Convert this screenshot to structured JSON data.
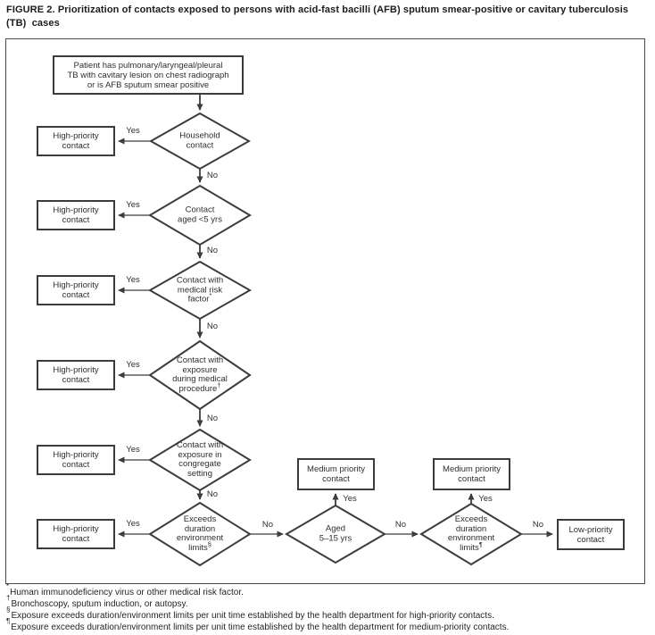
{
  "figure": {
    "title_lines": [
      "FIGURE 2. Prioritization of contacts exposed to persons with acid-fast bacilli (AFB) sputum smear-positive or cavitary tuberculosis",
      "(TB)  cases"
    ]
  },
  "flowchart": {
    "start": {
      "label": [
        "Patient has pulmonary/laryngeal/pleural",
        "TB with cavitary lesion on chest radiograph",
        "or is AFB sputum smear positive"
      ]
    },
    "decisions": {
      "household": {
        "label": [
          "Household",
          "contact"
        ],
        "sup": ""
      },
      "age_under5": {
        "label": [
          "Contact",
          "aged <5 yrs"
        ],
        "sup": ""
      },
      "medical_risk": {
        "label": [
          "Contact with",
          "medical risk",
          "factor"
        ],
        "sup": "*"
      },
      "medical_procedure": {
        "label": [
          "Contact with",
          "exposure",
          "during medical",
          "procedure"
        ],
        "sup": "†"
      },
      "congregate": {
        "label": [
          "Contact with",
          "exposure in",
          "congregate",
          "setting"
        ],
        "sup": ""
      },
      "duration_high": {
        "label": [
          "Exceeds",
          "duration",
          "environment",
          "limits"
        ],
        "sup": "§"
      },
      "age_5_15": {
        "label": [
          "Aged",
          "5–15 yrs"
        ],
        "sup": ""
      },
      "duration_medium": {
        "label": [
          "Exceeds",
          "duration",
          "environment",
          "limits"
        ],
        "sup": "¶"
      }
    },
    "outcomes": {
      "high": [
        "High-priority",
        "contact"
      ],
      "medium": [
        "Medium priority",
        "contact"
      ],
      "low": [
        "Low-priority",
        "contact"
      ]
    },
    "edge_labels": {
      "yes": "Yes",
      "no": "No"
    }
  },
  "footnotes": [
    {
      "sym": "*",
      "text": "Human immunodeficiency virus or other medical risk factor."
    },
    {
      "sym": "†",
      "text": "Bronchoscopy, sputum induction, or autopsy."
    },
    {
      "sym": "§",
      "text": "Exposure exceeds duration/environment limits per unit time established by the health department for high-priority contacts."
    },
    {
      "sym": "¶",
      "text": "Exposure exceeds duration/environment limits per unit time established by the health department for medium-priority contacts."
    }
  ],
  "colors": {
    "line": "#3c3c3c",
    "text": "#2e2e2e",
    "frame_border": "#4a4a4a"
  }
}
